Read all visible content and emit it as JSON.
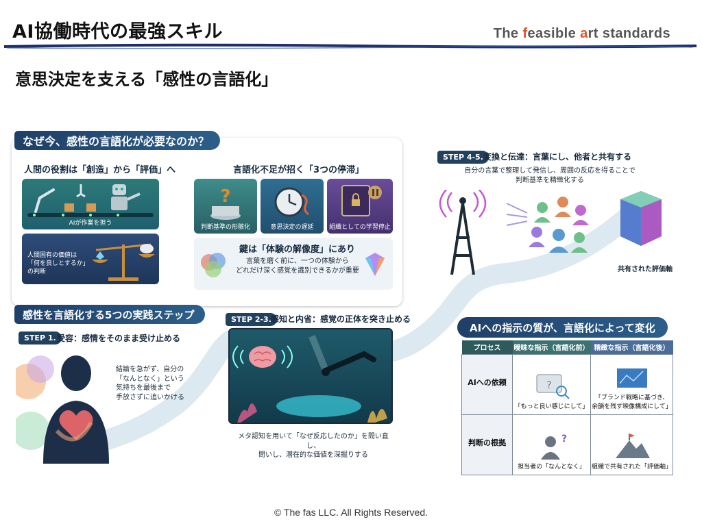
{
  "header": {
    "title": "AI協働時代の最強スキル",
    "brand": {
      "pre": "The ",
      "f": "f",
      "easible": "easible ",
      "a": "a",
      "rest": "rt standards"
    }
  },
  "subtitle": "意思決定を支える「感性の言語化」",
  "footer": "© The fas LLC. All Rights Reserved.",
  "colors": {
    "navy": "#1f3f68",
    "brand_accent": "#e0522a",
    "step_tag": "#22415f"
  },
  "infographic": {
    "why": {
      "title": "なぜ今、感性の言語化が必要なのか？",
      "role_heading": "人間の役割は「創造」から「評価」へ",
      "ai_caption": "AIが作業を担う",
      "human_value": [
        "人間固有の価値は",
        "「何を良しとするか」",
        "の判断"
      ],
      "stagnation_heading": "言語化不足が招く「3つの停滞」",
      "stagnations": [
        "判断基準の形骸化",
        "意思決定の遅延",
        "組織としての学習停止"
      ],
      "key_heading": "鍵は「体験の解像度」にあり",
      "key_text": [
        "言葉を磨く前に、一つの体験から",
        "どれだけ深く感覚を識別できるかが重要"
      ]
    },
    "steps": {
      "title": "感性を言語化する5つの実践ステップ",
      "step1_tag": "STEP 1.",
      "step1_title": "受容：感情をそのまま受け止める",
      "step1_text": [
        "結論を急がず、自分の",
        "「なんとなく」という",
        "気持ちを最後まで",
        "手放さずに追いかける"
      ],
      "step23_tag": "STEP 2-3.",
      "step23_title": "感知と内省：感覚の正体を突き止める",
      "step23_text": [
        "メタ認知を用いて「なぜ反応したのか」を問い直し、",
        "問いし、潜在的な価値を深掘りする"
      ],
      "step45_tag": "STEP 4-5.",
      "step45_title": "変換と伝達：言葉にし、他者と共有する",
      "step45_text": [
        "自分の言葉で整理して発信し、周囲の反応を得ることで",
        "判断基準を精緻化する"
      ],
      "shared_axis": "共有された評価軸"
    },
    "compare": {
      "title": "AIへの指示の質が、言語化によって変化",
      "headers": [
        "プロセス",
        "曖昧な指示（言語化前）",
        "精緻な指示（言語化後）"
      ],
      "rows": [
        {
          "label": "AIへの依頼",
          "before": "「もっと良い感じにして」",
          "after": [
            "「ブランド戦略に基づき、",
            "余韻を残す映像構成にして」"
          ]
        },
        {
          "label": "判断の根拠",
          "before": "担当者の「なんとなく」",
          "after": [
            "組織で共有された「評価軸」"
          ]
        }
      ]
    }
  }
}
